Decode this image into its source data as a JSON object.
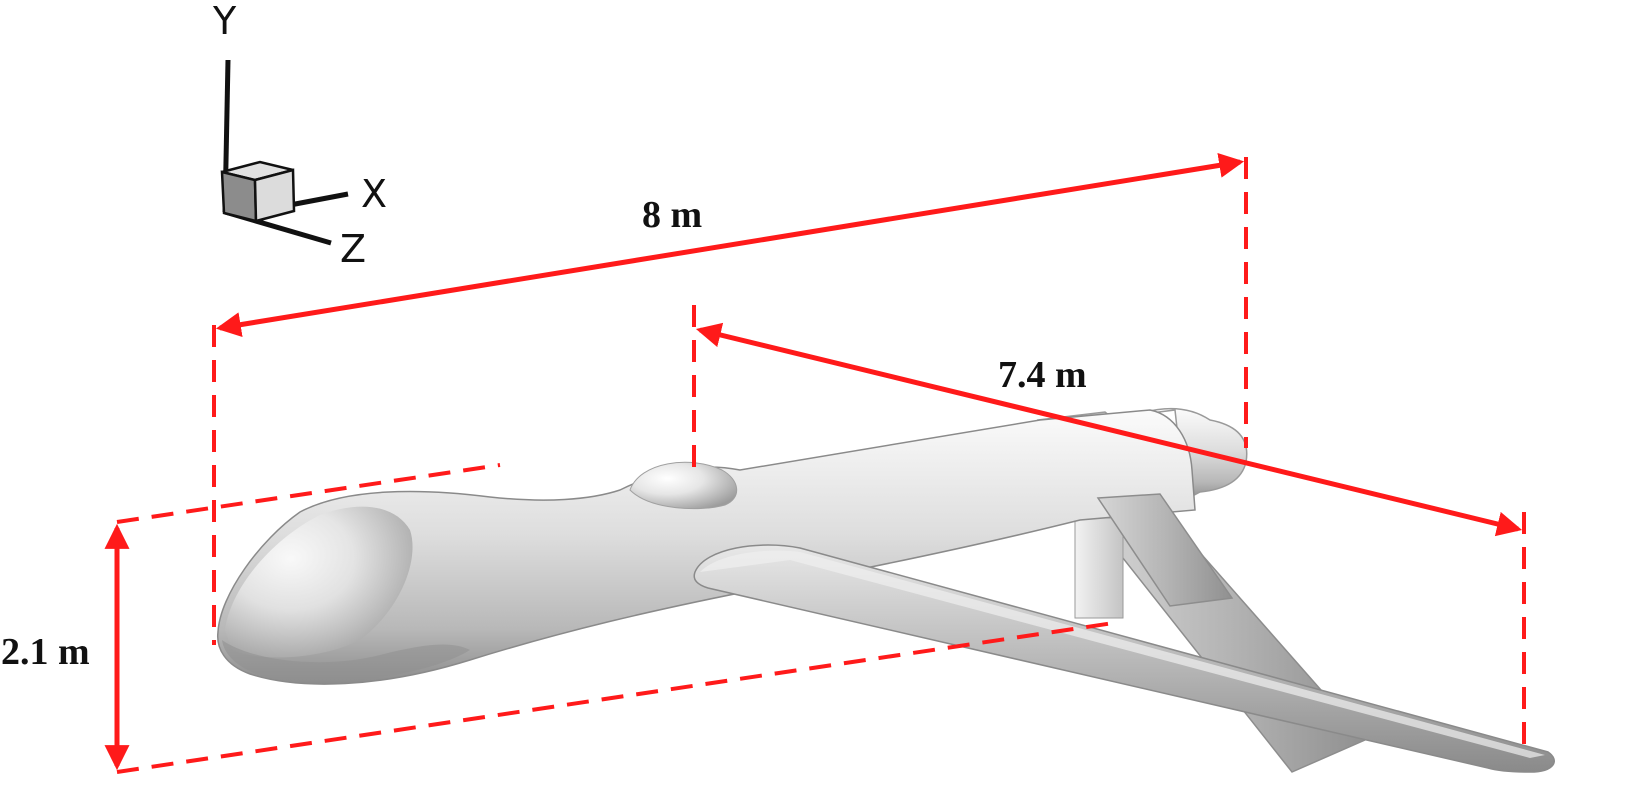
{
  "axes": {
    "y_label": "Y",
    "x_label": "X",
    "z_label": "Z"
  },
  "dimensions": {
    "length_label": "8 m",
    "span_label": "7.4 m",
    "height_label": "2.1 m"
  },
  "colors": {
    "dimension": "#ff1a1a",
    "axis": "#111111",
    "body_light": "#f4f4f4",
    "body_dark": "#9a9a9a"
  }
}
